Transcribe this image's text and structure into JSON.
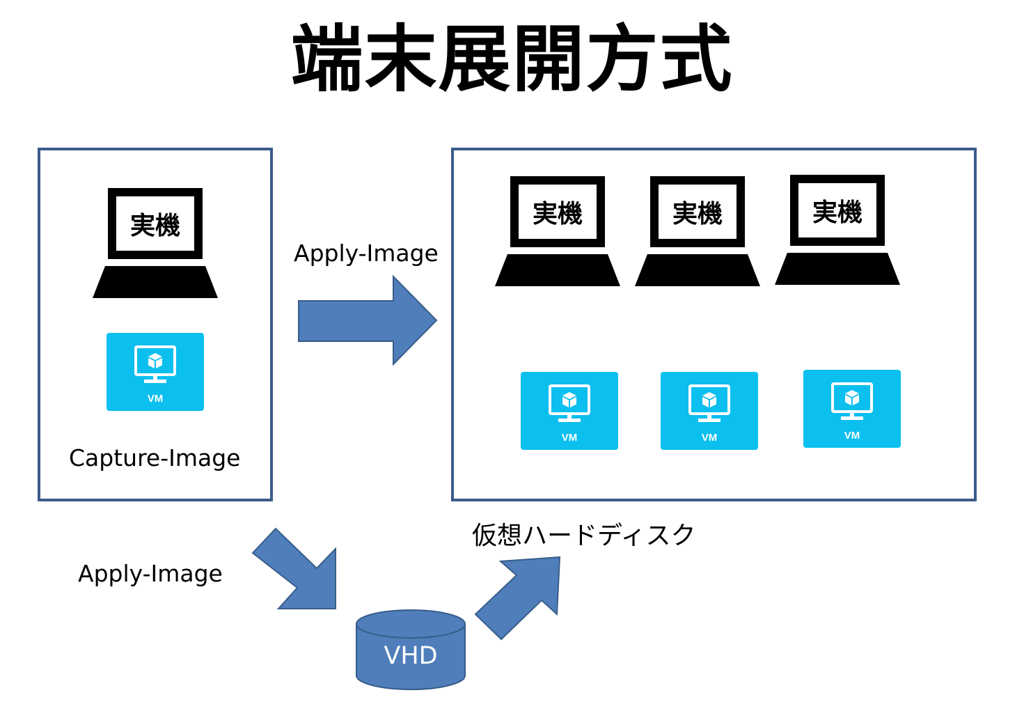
{
  "title": "端末展開方式",
  "left_panel": {
    "laptop_label": "実機",
    "vm_label": "VM",
    "caption": "Capture-Image"
  },
  "right_panel": {
    "laptops": [
      {
        "label": "実機"
      },
      {
        "label": "実機"
      },
      {
        "label": "実機"
      }
    ],
    "vms": [
      {
        "label": "VM"
      },
      {
        "label": "VM"
      },
      {
        "label": "VM"
      }
    ]
  },
  "arrows": {
    "top_label": "Apply-Image",
    "bottom_label": "Apply-Image"
  },
  "vhd": {
    "label": "VHD",
    "caption": "仮想ハードディスク"
  },
  "colors": {
    "panel_border": "#3b5b8c",
    "arrow_fill": "#4f7ebb",
    "arrow_stroke": "#385d8a",
    "vm_tile": "#0bbfef",
    "vhd_fill": "#4f7ebb"
  }
}
